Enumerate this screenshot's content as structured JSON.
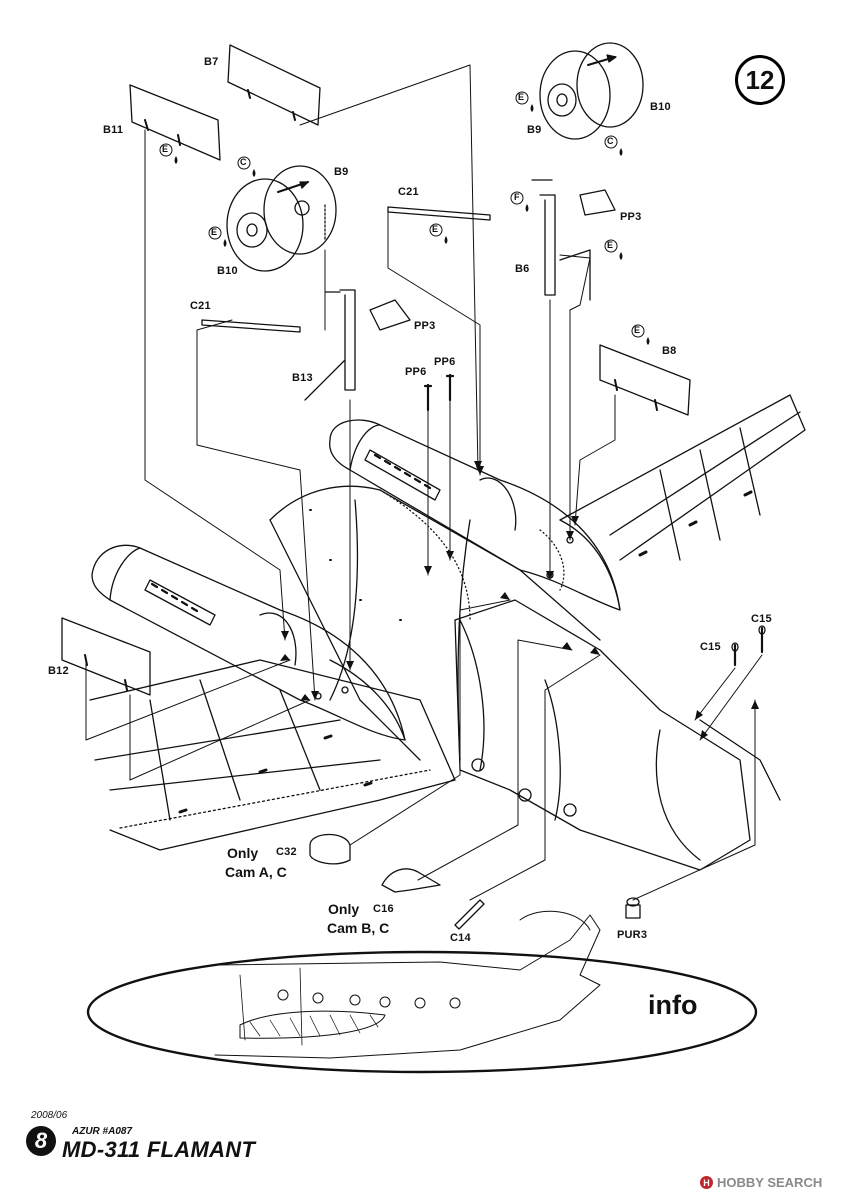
{
  "step": {
    "number": "12"
  },
  "parts": {
    "B7": "B7",
    "B11": "B11",
    "B9_left": "B9",
    "B10_left": "B10",
    "C21_left": "C21",
    "PP3_left": "PP3",
    "B13": "B13",
    "PP6_a": "PP6",
    "PP6_b": "PP6",
    "C21_right": "C21",
    "B9_right": "B9",
    "B10_right": "B10",
    "PP3_right": "PP3",
    "B6": "B6",
    "B8": "B8",
    "B12": "B12",
    "C15_a": "C15",
    "C15_b": "C15",
    "C32": "C32",
    "C16": "C16",
    "C14": "C14",
    "PUR3": "PUR3"
  },
  "markers": {
    "E": "E",
    "C": "C",
    "F": "F"
  },
  "notes": {
    "c32_only": "Only",
    "c32_cam": "Cam A, C",
    "c16_only": "Only",
    "c16_cam": "Cam B, C"
  },
  "info": {
    "label": "info"
  },
  "kit": {
    "date": "2008/06",
    "number": "8",
    "ref": "AZUR #A087",
    "name": "MD-311 FLAMANT"
  },
  "watermark": {
    "text": "HOBBY SEARCH",
    "icon": "hobbysearch-logo-icon"
  }
}
